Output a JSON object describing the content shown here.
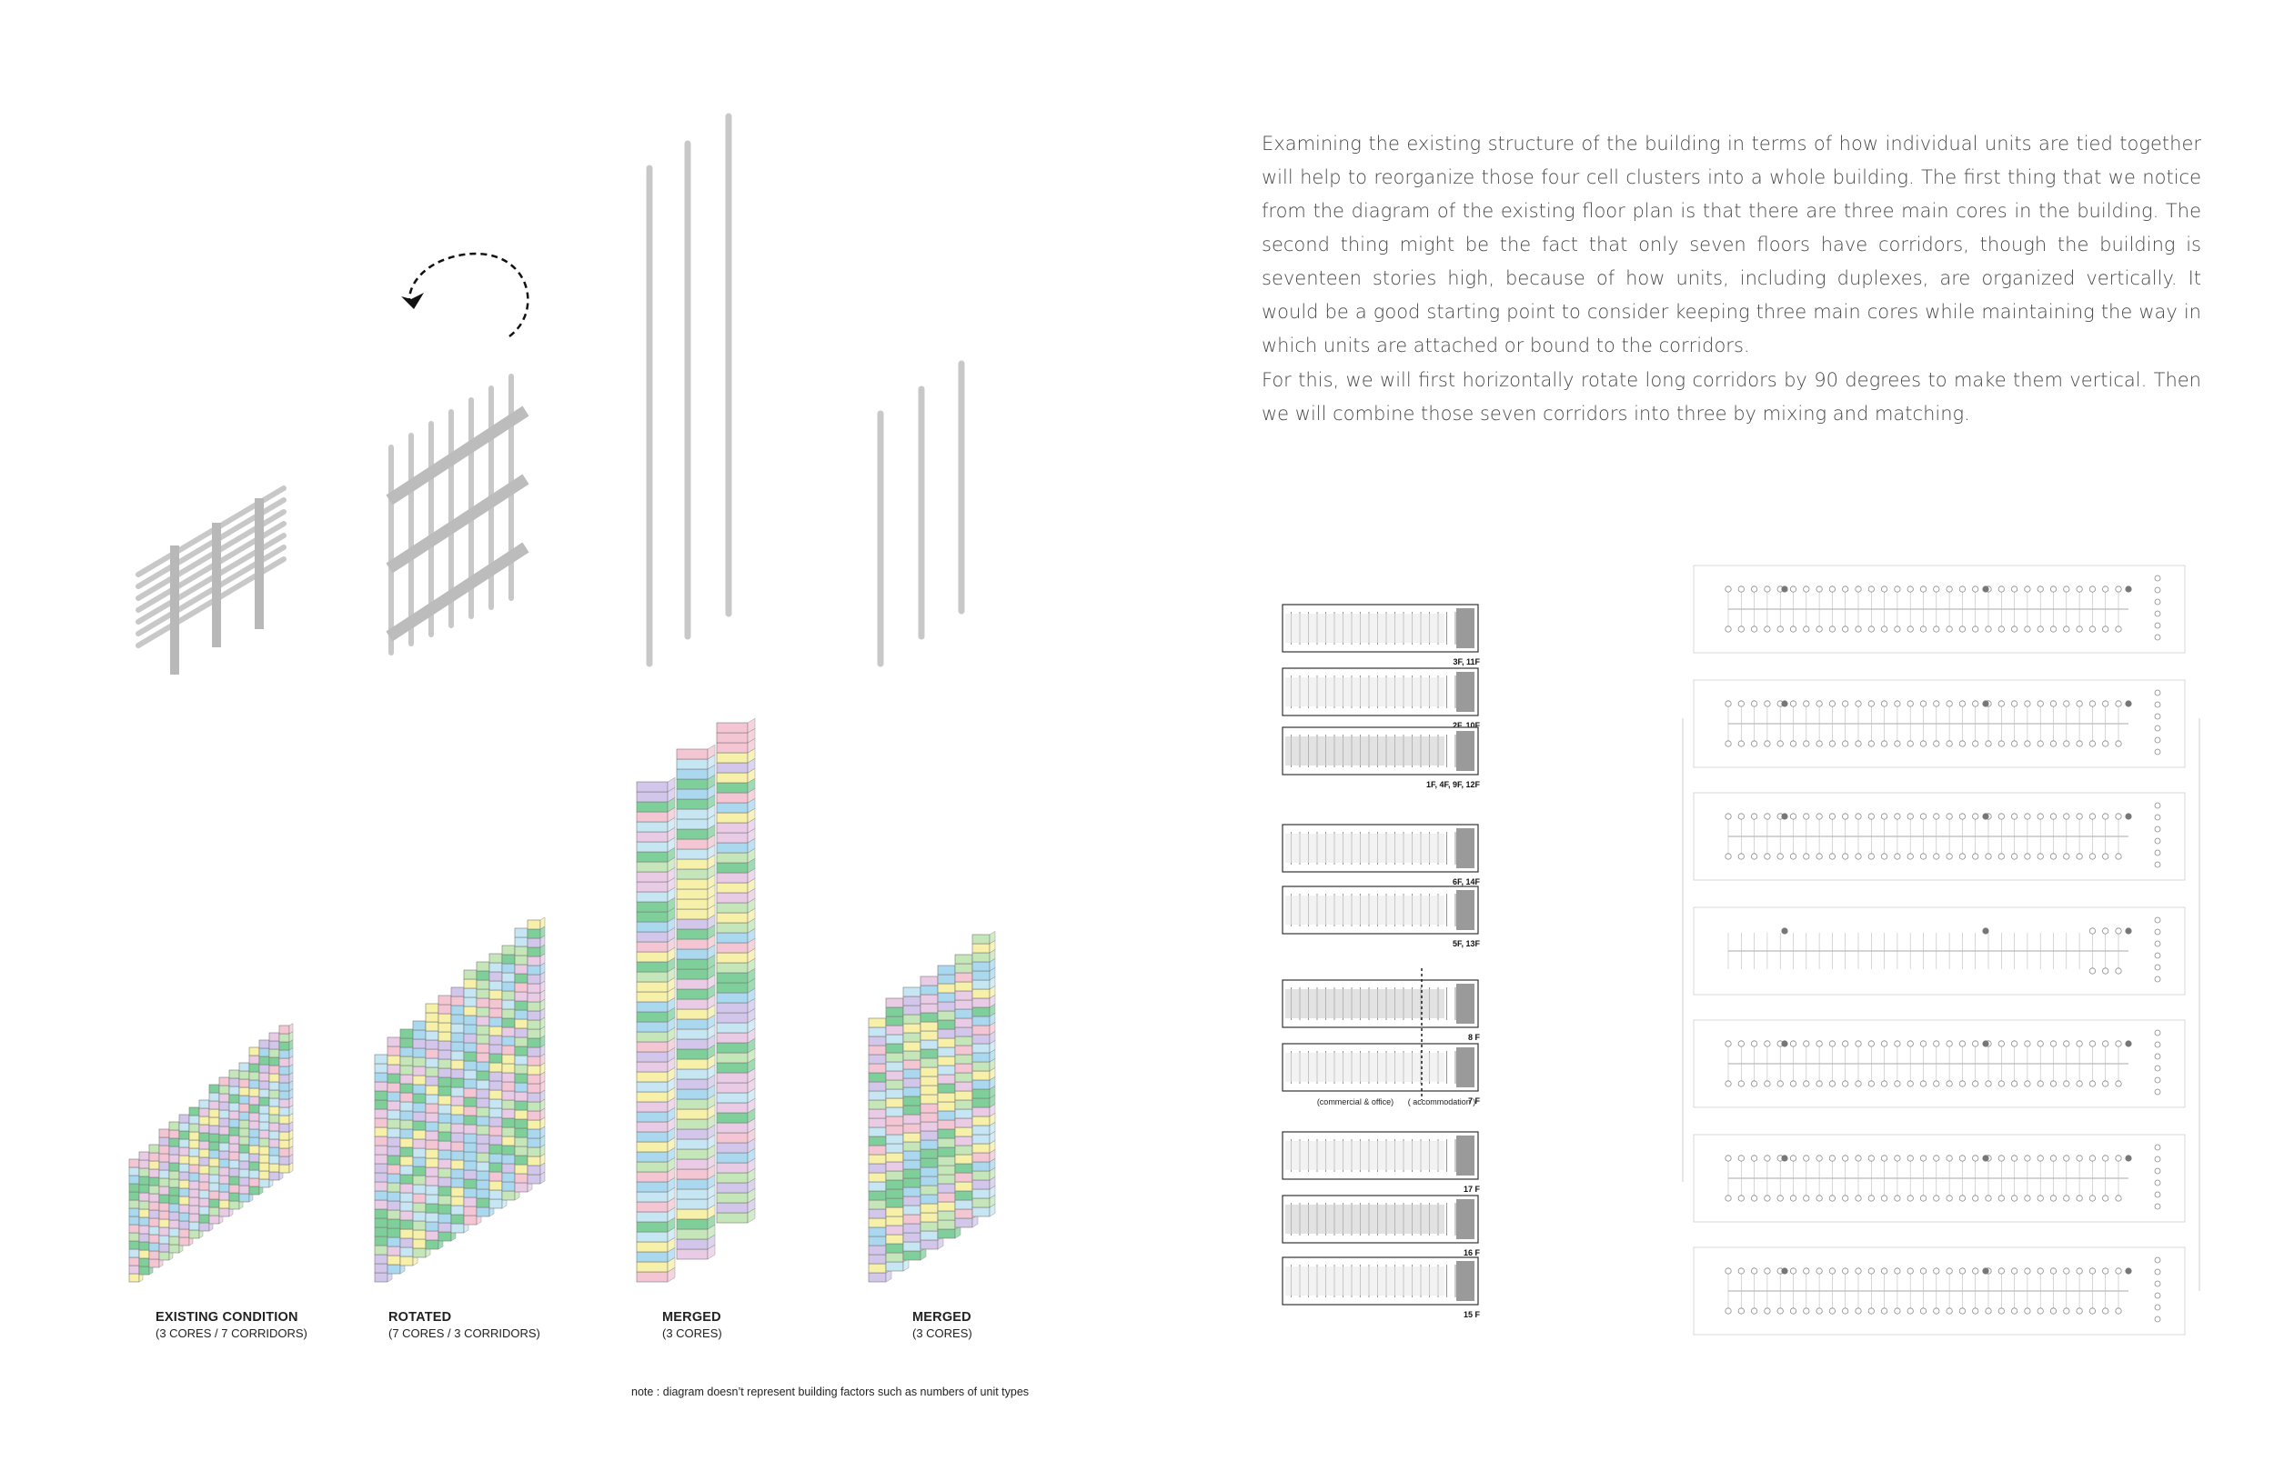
{
  "paragraphs": [
    "Examining the existing structure of the building in terms of how individual units are tied together will help to reorganize those four cell clusters into a whole building. The first thing that we notice from the diagram of the existing floor plan is that there are three main cores in the building. The second thing might be the fact that only seven floors have corridors, though the building is seventeen stories high, because of how units, including duplexes, are organized vertically. It would be a good starting point to consider keeping three main cores while maintaining the way in which units are attached or bound to the corridors.",
    "For this, we will first horizontally rotate long corridors by 90 degrees to make them vertical. Then we will combine those seven corridors into three by mixing and matching."
  ],
  "captions": [
    {
      "title": "EXISTING CONDITION",
      "subtitle": "(3 CORES / 7 CORRIDORS)"
    },
    {
      "title": "ROTATED",
      "subtitle": "(7 CORES / 3 CORRIDORS)"
    },
    {
      "title": "MERGED",
      "subtitle": "(3 CORES)"
    },
    {
      "title": "MERGED",
      "subtitle": "(3 CORES)"
    }
  ],
  "note": "note : diagram doesn’t represent building factors such as numbers of unit types",
  "floor_plan_labels": [
    "3F, 11F",
    "2F, 10F",
    "1F, 4F, 9F, 12F",
    "6F, 14F",
    "5F, 13F",
    "8 F",
    "7 F",
    "17 F",
    "16 F",
    "15 F"
  ],
  "plan_annotations": {
    "commercial": "(commercial & office)",
    "accommodation": "( accommodation )"
  },
  "colors": {
    "unit_palette": [
      "#f6f0a8",
      "#c5e6f2",
      "#f4c6d4",
      "#d2c6ea",
      "#c4e6b8",
      "#7fcf9a",
      "#a9d8ef",
      "#e9cbe6"
    ],
    "structure_gray": "#c8c8c8",
    "text_gray": "#4a4a4a"
  }
}
